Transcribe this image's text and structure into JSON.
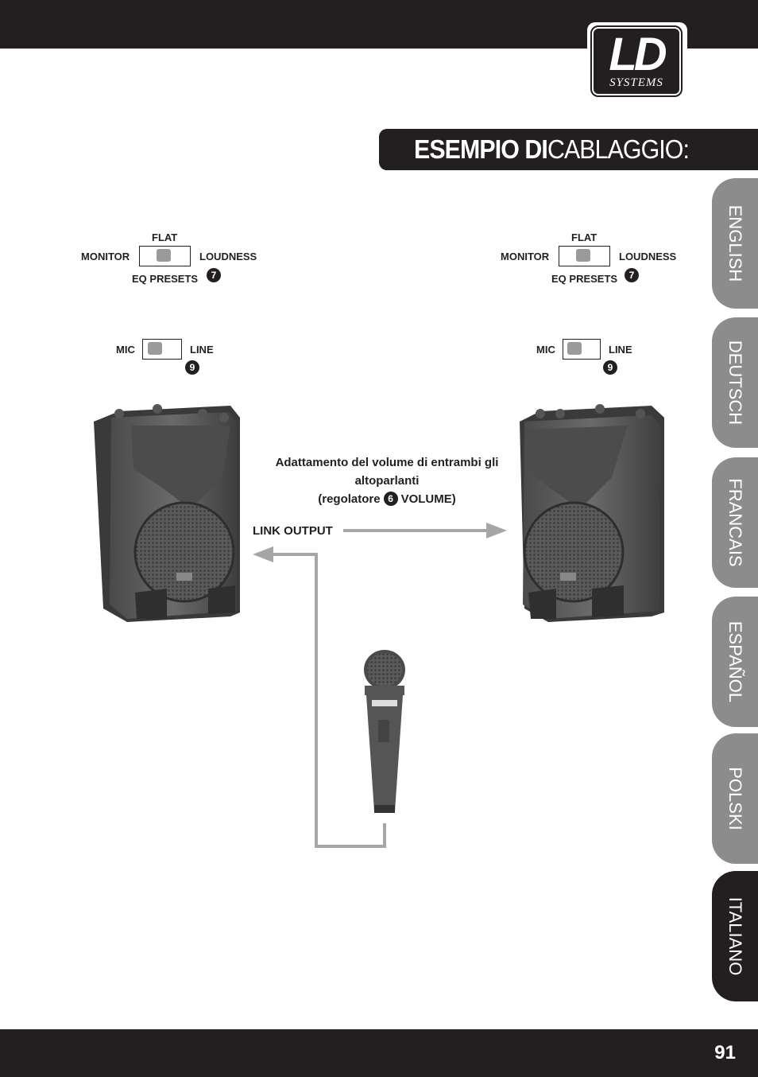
{
  "header": {
    "logo": {
      "text": "LD",
      "subtext": "SYSTEMS"
    },
    "title_bold": "ESEMPIO DI",
    "title_light": "CABLAGGIO:"
  },
  "language_tabs": [
    {
      "label": "ENGLISH",
      "active": false
    },
    {
      "label": "DEUTSCH",
      "active": false
    },
    {
      "label": "FRANCAIS",
      "active": false
    },
    {
      "label": "ESPAÑOL",
      "active": false
    },
    {
      "label": "POLSKI",
      "active": false
    },
    {
      "label": "ITALIANO",
      "active": true
    }
  ],
  "speakers": [
    {
      "eq": {
        "top": "FLAT",
        "left": "MONITOR",
        "right": "LOUDNESS",
        "caption": "EQ PRESETS",
        "badge": "7"
      },
      "input": {
        "left": "MIC",
        "right": "LINE",
        "badge": "9"
      }
    },
    {
      "eq": {
        "top": "FLAT",
        "left": "MONITOR",
        "right": "LOUDNESS",
        "caption": "EQ PRESETS",
        "badge": "7"
      },
      "input": {
        "left": "MIC",
        "right": "LINE",
        "badge": "9"
      }
    }
  ],
  "caption": {
    "line1": "Adattamento del volume di entrambi gli",
    "line2": "altoparlanti",
    "line3_prefix": "(regolatore",
    "badge": "6",
    "line3_suffix": "VOLUME)"
  },
  "link_output": "LINK OUTPUT",
  "footer": {
    "page_number": "91"
  },
  "colors": {
    "dark": "#231f20",
    "tab_inactive": "#8c8c8c",
    "cable": "#a6a6a6"
  }
}
